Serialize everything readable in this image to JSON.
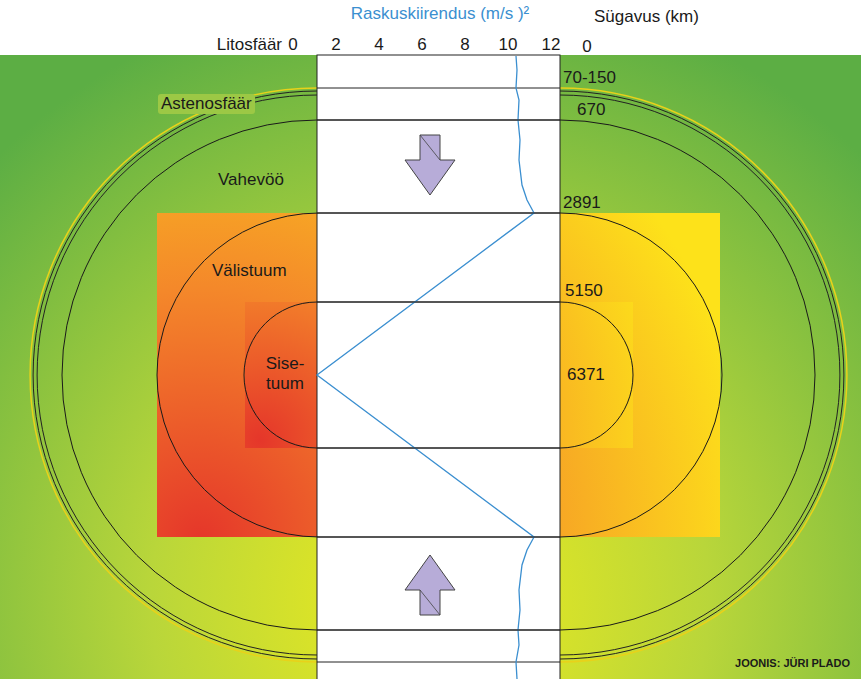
{
  "diagram": {
    "title": "Raskuskiirendus (m/s )²",
    "nodes": [
      {
        "text": [
          "Vahevöö"
        ]
      },
      {
        "text": [
          "Välistuum"
        ],
        "in": 0
      },
      {
        "text": [
          "Sise- tuum"
        ],
        "in": 1
      }
    ],
    "labels": [
      "Litosfäär",
      "0",
      "2",
      "4",
      "6",
      "8",
      "10",
      "12",
      "Sügavus (km)",
      "0",
      "70-150",
      "670",
      "2891",
      "5150",
      "6371",
      "Astenosfäär",
      "JOONIS: JÜRI PLADO"
    ]
  }
}
